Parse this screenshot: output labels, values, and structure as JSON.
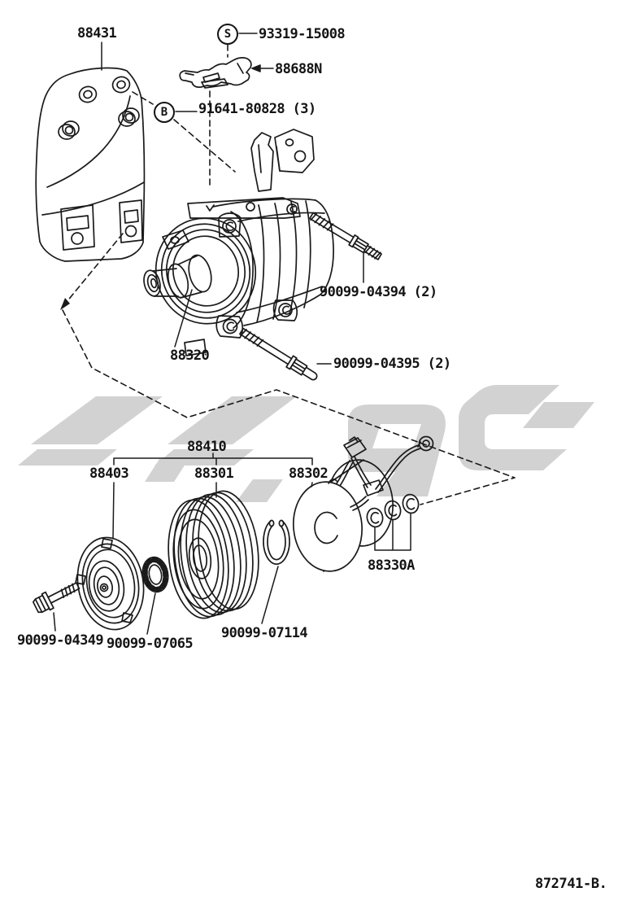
{
  "figure_code": "872741-B.",
  "symbols": {
    "screw_symbol": "S",
    "bolt_symbol": "B"
  },
  "labels": {
    "compressor_bracket": "88431",
    "screw": "93319-15008",
    "compressor_stay": "88688N",
    "bolt_with_washer": "91641-80828 (3)",
    "mount_bolt_upper": "90099-04394 (2)",
    "compressor_assembly": "88320",
    "mount_bolt_lower": "90099-04395 (2)",
    "magnet_clutch_assembly": "88410",
    "clutch_hub": "88403",
    "clutch_rotor": "88301",
    "clutch_stator": "88302",
    "shim_set": "88330A",
    "snap_ring": "90099-07114",
    "lock_washer": "90099-07065",
    "shaft_bolt": "90099-04349"
  },
  "colors": {
    "line": "#1a1a1a",
    "watermark": "#d2d2d2",
    "background": "#ffffff"
  }
}
